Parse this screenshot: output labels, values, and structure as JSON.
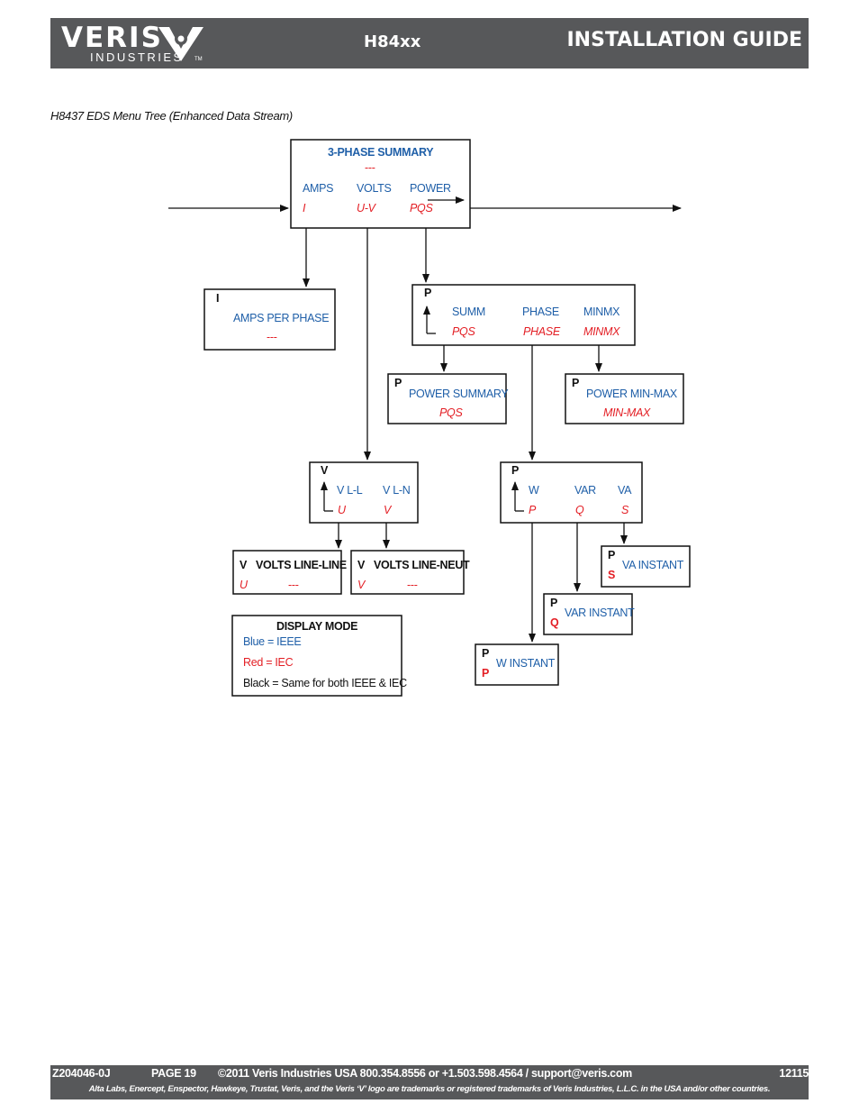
{
  "header": {
    "brand": "VERIS",
    "brand_sub": "INDUSTRIES",
    "brand_tm": "TM",
    "model": "H84xx",
    "title": "INSTALLATION GUIDE"
  },
  "caption": "H8437 EDS Menu Tree (Enhanced Data Stream)",
  "diagram": {
    "summary": {
      "title": "3-PHASE SUMMARY",
      "title_iec": "---",
      "amps": "AMPS",
      "amps_iec": "I",
      "volts": "VOLTS",
      "volts_iec": "U-V",
      "power": "POWER",
      "power_iec": "PQS"
    },
    "amps_per_phase": {
      "tag": "I",
      "label": "AMPS PER PHASE",
      "iec": "---"
    },
    "power_menu": {
      "tag": "P",
      "summ": "SUMM",
      "summ_iec": "PQS",
      "phase": "PHASE",
      "phase_iec": "PHASE",
      "minmx": "MINMX",
      "minmx_iec": "MINMX"
    },
    "power_summary": {
      "tag": "P",
      "label": "POWER SUMMARY",
      "iec": "PQS"
    },
    "power_minmax": {
      "tag": "P",
      "label": "POWER MIN-MAX",
      "iec": "MIN-MAX"
    },
    "volts_menu": {
      "tag": "V",
      "vll": "V L-L",
      "vll_iec": "U",
      "vln": "V L-N",
      "vln_iec": "V"
    },
    "phase_menu": {
      "tag": "P",
      "w": "W",
      "w_iec": "P",
      "var": "VAR",
      "var_iec": "Q",
      "va": "VA",
      "va_iec": "S"
    },
    "volts_ll": {
      "tag": "V",
      "label": "VOLTS LINE-LINE",
      "iec_tag": "U",
      "iec": "---"
    },
    "volts_ln": {
      "tag": "V",
      "label": "VOLTS LINE-NEUT",
      "iec_tag": "V",
      "iec": "---"
    },
    "va_instant": {
      "tag": "P",
      "iec_tag": "S",
      "label": "VA INSTANT"
    },
    "var_instant": {
      "tag": "P",
      "iec_tag": "Q",
      "label": "VAR INSTANT"
    },
    "w_instant": {
      "tag": "P",
      "iec_tag": "P",
      "label": "W INSTANT"
    },
    "legend": {
      "title": "DISPLAY MODE",
      "blue": "Blue = IEEE",
      "red": "Red = IEC",
      "black": "Black = Same for both IEEE & IEC"
    }
  },
  "footer": {
    "doc": "Z204046-0J",
    "page": "PAGE 19",
    "contact": "©2011 Veris Industries   USA 800.354.8556 or +1.503.598.4564  / support@veris.com",
    "code": "12115",
    "trademark": "Alta Labs, Enercept, Enspector, Hawkeye, Trustat, Veris, and the Veris ‘V’ logo are trademarks or registered trademarks of  Veris Industries, L.L.C. in the USA and/or other countries."
  },
  "colors": {
    "header_bg": "#57585a",
    "ieee_blue": "#1f5fa8",
    "iec_red": "#e31e24"
  }
}
